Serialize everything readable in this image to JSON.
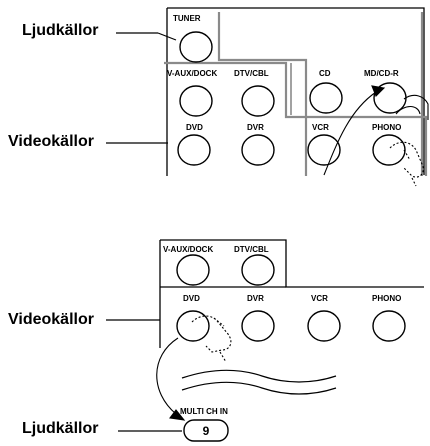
{
  "top_panel": {
    "audio_sources_label": "Ljudkällor",
    "video_sources_label": "Videokällor",
    "keys": {
      "tuner": "TUNER",
      "v_aux_dock": "V-AUX/DOCK",
      "dtv_cbl": "DTV/CBL",
      "cd": "CD",
      "md_cd_r": "MD/CD-R",
      "dvd": "DVD",
      "dvr": "DVR",
      "vcr": "VCR",
      "phono": "PHONO"
    }
  },
  "bottom_panel": {
    "video_sources_label": "Videokällor",
    "audio_sources_label": "Ljudkällor",
    "keys": {
      "v_aux_dock": "V-AUX/DOCK",
      "dtv_cbl": "DTV/CBL",
      "dvd": "DVD",
      "dvr": "DVR",
      "vcr": "VCR",
      "phono": "PHONO",
      "multi_ch_in": "MULTI CH IN",
      "multi_ch_in_number": "9"
    }
  }
}
